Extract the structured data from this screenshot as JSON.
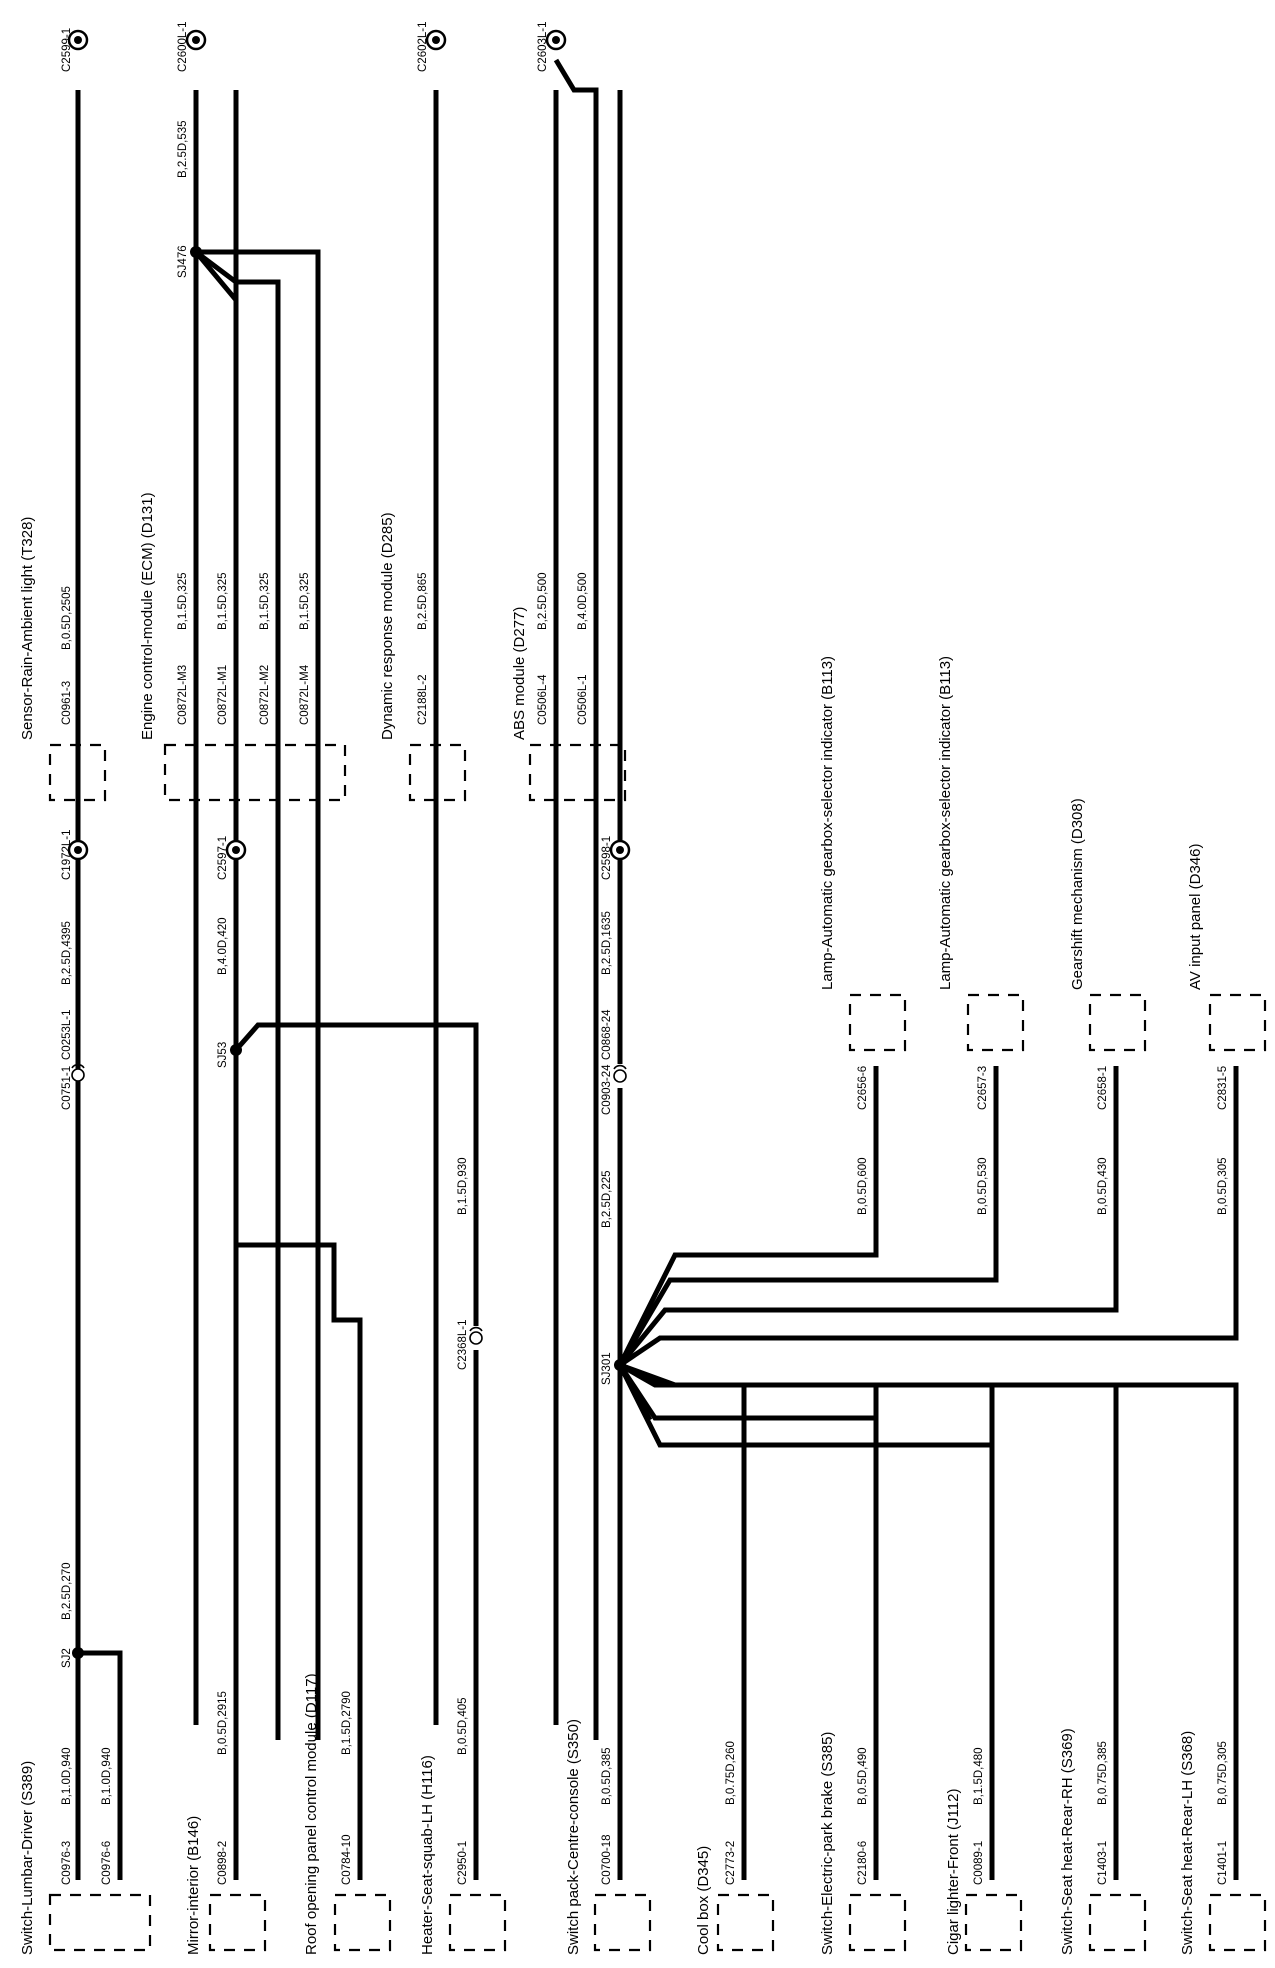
{
  "components": {
    "switch_lumbar": "Switch-Lumbar-Driver (S389)",
    "mirror_interior": "Mirror-interior (B146)",
    "roof_panel": "Roof opening panel control module (D117)",
    "heater_seat": "Heater-Seat-squab-LH (H116)",
    "switch_pack": "Switch pack-Centre-console (S350)",
    "cool_box": "Cool box (D345)",
    "park_brake": "Switch-Electric-park brake (S385)",
    "cigar_lighter": "Cigar lighter-Front (J112)",
    "seat_heat_rh": "Switch-Seat heat-Rear-RH (S369)",
    "seat_heat_lh": "Switch-Seat heat-Rear-LH (S368)",
    "sensor_rain": "Sensor-Rain-Ambient light (T328)",
    "ecm": "Engine control-module (ECM) (D131)",
    "dynamic_response": "Dynamic response module (D285)",
    "abs": "ABS module (D277)",
    "lamp_gearbox_1": "Lamp-Automatic gearbox-selector indicator (B113)",
    "lamp_gearbox_2": "Lamp-Automatic gearbox-selector indicator (B113)",
    "gearshift": "Gearshift mechanism (D308)",
    "av_input": "AV input panel (D346)"
  },
  "connectors": {
    "c0976_3": "C0976-3",
    "c0976_6": "C0976-6",
    "c0898_2": "C0898-2",
    "c0784_10": "C0784-10",
    "c2950_1": "C2950-1",
    "c0700_18": "C0700-18",
    "c2773_2": "C2773-2",
    "c2180_6": "C2180-6",
    "c0089_1": "C0089-1",
    "c1403_1": "C1403-1",
    "c1401_1": "C1401-1",
    "c0751_1": "C0751-1",
    "c0253l_1": "C0253L-1",
    "c1972l_1": "C1972L-1",
    "c2597_1": "C2597-1",
    "c2368l_1": "C2368L-1",
    "c0903_24": "C0903-24",
    "c0868_24": "C0868-24",
    "c2598_1": "C2598-1",
    "c2656_6": "C2656-6",
    "c2657_3": "C2657-3",
    "c2658_1": "C2658-1",
    "c2831_5": "C2831-5",
    "c0961_3": "C0961-3",
    "c0872l_m3": "C0872L-M3",
    "c0872l_m1": "C0872L-M1",
    "c0872l_m2": "C0872L-M2",
    "c0872l_m4": "C0872L-M4",
    "c2188l_2": "C2188L-2",
    "c0506l_4": "C0506L-4",
    "c0506l_1": "C0506L-1",
    "c2599_1": "C2599-1",
    "c2600l_1": "C2600L-1",
    "c2602l_1": "C2602L-1",
    "c2603l_1": "C2603L-1"
  },
  "splices": {
    "sj2": "SJ2",
    "sj53": "SJ53",
    "sj301": "SJ301",
    "sj476": "SJ476"
  },
  "wires": {
    "w1": "B,1.0D,940",
    "w2": "B,1.0D,940",
    "w3": "B,2.5D,270",
    "w4": "B,2.5D,4395",
    "w5": "B,0.5D,2915",
    "w6": "B,4.0D,420",
    "w7": "B,1.5D,2790",
    "w8": "B,0.5D,405",
    "w9": "B,1.5D,930",
    "w10": "B,0.5D,385",
    "w11": "B,2.5D,225",
    "w12": "B,2.5D,1635",
    "w13": "B,0.75D,260",
    "w14": "B,0.5D,490",
    "w15": "B,1.5D,480",
    "w16": "B,0.75D,385",
    "w17": "B,0.75D,305",
    "w18": "B,0.5D,600",
    "w19": "B,0.5D,530",
    "w20": "B,0.5D,430",
    "w21": "B,0.5D,305",
    "w22": "B,0.5D,2505",
    "w23": "B,1.5D,325",
    "w24": "B,1.5D,325",
    "w25": "B,1.5D,325",
    "w26": "B,1.5D,325",
    "w27": "B,2.5D,535",
    "w28": "B,2.5D,865",
    "w29": "B,2.5D,500",
    "w30": "B,4.0D,500"
  }
}
